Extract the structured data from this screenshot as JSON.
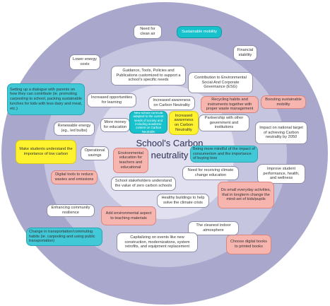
{
  "title": "School's Carbon neutrality",
  "items": [
    {
      "text": "Need for clean air"
    },
    {
      "text": "Sustainable mobility"
    },
    {
      "text": "Lower energy costs"
    },
    {
      "text": "Financial stability"
    },
    {
      "text": "Guidance, Tools, Policies and Publications customized to support a school's specific needs"
    },
    {
      "text": "Contribution to Environmental Social And Corporate Governance (ESG)"
    },
    {
      "text": "Setting up a dialogue with parents on how they can contribute (ie. promoting carpooling to school, packing sustainable lunches for kids with less dairy and meat, etc.)"
    },
    {
      "text": "Increased opportunities for learning"
    },
    {
      "text": "Increased awareness on Carbon Neutrality"
    },
    {
      "text": "Recycling habits and instruments together with proper waste management"
    },
    {
      "text": "Boosting sustainable mobility"
    },
    {
      "text": "New school curricula adapted to the current needs of society and including academic content on Carbon Neutrality"
    },
    {
      "text": "Increased awareness on Carbon Neutrality"
    },
    {
      "text": "More money for education"
    },
    {
      "text": "Partnership with other government and institutions"
    },
    {
      "text": "Renewable energy (eg., led bulbs)"
    },
    {
      "text": "Impact on national target of achieving Carbon neutrality by 2050"
    },
    {
      "text": "Make students understand the importance of low carbon"
    },
    {
      "text": "Operational savings"
    },
    {
      "text": "Environmental education for teachers and educational"
    },
    {
      "text": "Being more mindful of the impact of consumerism and the importance of buying less"
    },
    {
      "text": "Improve student performance, health, and wellness"
    },
    {
      "text": "Need for receiving climate change education"
    },
    {
      "text": "Digital tools to reduce wastes and emissions"
    },
    {
      "text": "School stakeholders understand the value of zero carbon schools"
    },
    {
      "text": "Do small everyday activities, that in longterm change the mind-set of kids/pupils"
    },
    {
      "text": "Healthy buildings to help solve the climate crisis"
    },
    {
      "text": "Enhancing community resilience"
    },
    {
      "text": "Add environmental aspect to teaching materials"
    },
    {
      "text": "The cleanest indoor atmosphere"
    },
    {
      "text": "Change in transportation/commuting habits (ie. carpooling and using public transportation)"
    },
    {
      "text": "Capitalizing on events like new construction, modernizations, system retrofits, and equipment replacement"
    },
    {
      "text": "Choose digital books to printed books"
    }
  ]
}
